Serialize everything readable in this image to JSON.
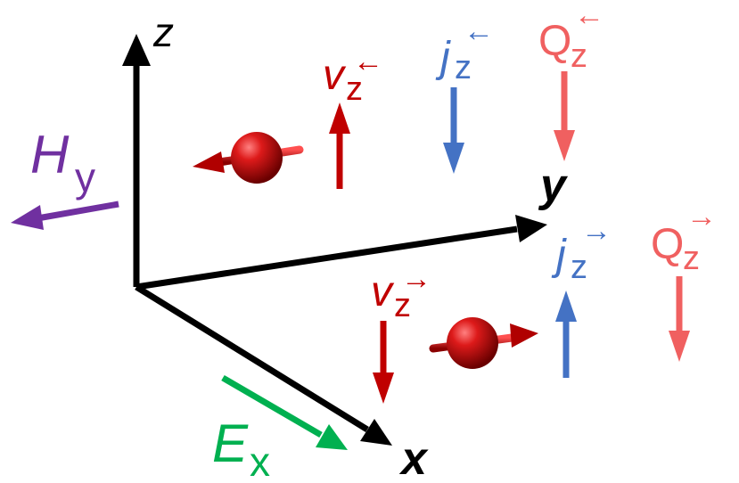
{
  "axes": {
    "z": "z",
    "y": "y",
    "x": "x"
  },
  "field_H": {
    "sym": "H",
    "sub": "y"
  },
  "field_E": {
    "sym": "E",
    "sub": "x"
  },
  "upper_group": {
    "v": {
      "sym": "v",
      "sub": "z",
      "arrow": "←"
    },
    "j": {
      "sym": "j",
      "sub": "z",
      "arrow": "←"
    },
    "Q": {
      "sym": "Q",
      "sub": "z",
      "arrow": "←"
    }
  },
  "lower_group": {
    "v": {
      "sym": "v",
      "sub": "z",
      "arrow": "→"
    },
    "j": {
      "sym": "j",
      "sub": "z",
      "arrow": "→"
    },
    "Q": {
      "sym": "Q",
      "sub": "z",
      "arrow": "→"
    }
  },
  "colors": {
    "axis": "#000000",
    "velocity": "#c00000",
    "current": "#4472c4",
    "heat": "#f06060",
    "magnetic": "#7030a0",
    "electric": "#00b050",
    "sphere": "#cc1010"
  }
}
